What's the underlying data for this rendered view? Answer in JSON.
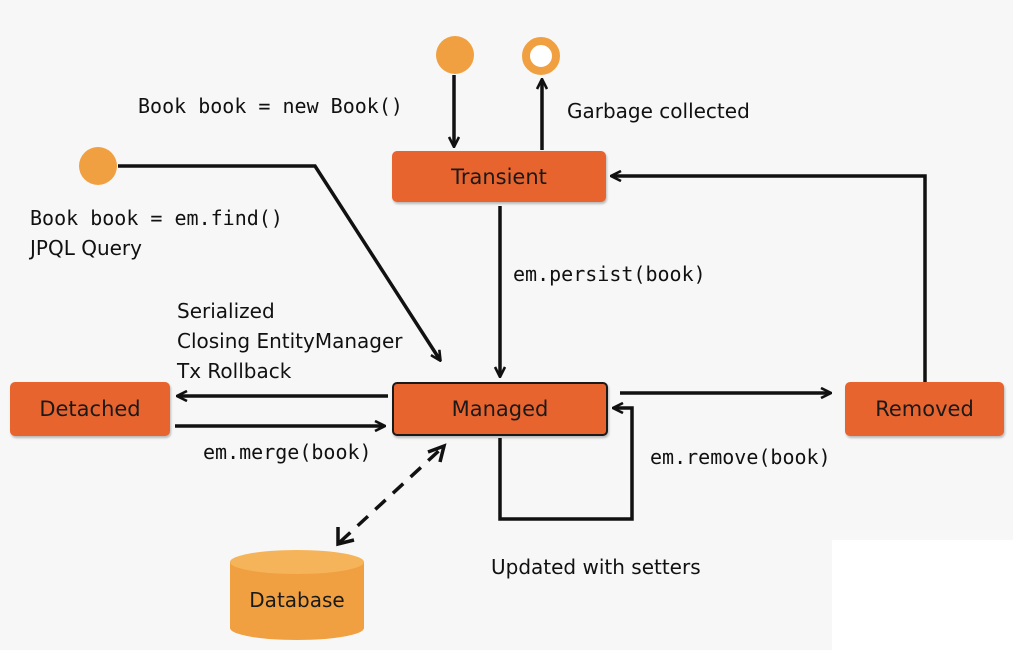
{
  "states": {
    "transient": "Transient",
    "managed": "Managed",
    "detached": "Detached",
    "removed": "Removed",
    "database": "Database"
  },
  "labels": {
    "new_book": "Book book = new Book()",
    "garbage": "Garbage collected",
    "find": "Book book = em.find()",
    "jpql": "JPQL Query",
    "serialized": "Serialized",
    "closing": "Closing EntityManager",
    "rollback": "Tx Rollback",
    "persist": "em.persist(book)",
    "merge": "em.merge(book)",
    "remove": "em.remove(book)",
    "setters": "Updated with setters"
  },
  "colors": {
    "state_fill": "#e8642e",
    "start_node": "#f0a040",
    "database_fill": "#f0a040"
  }
}
